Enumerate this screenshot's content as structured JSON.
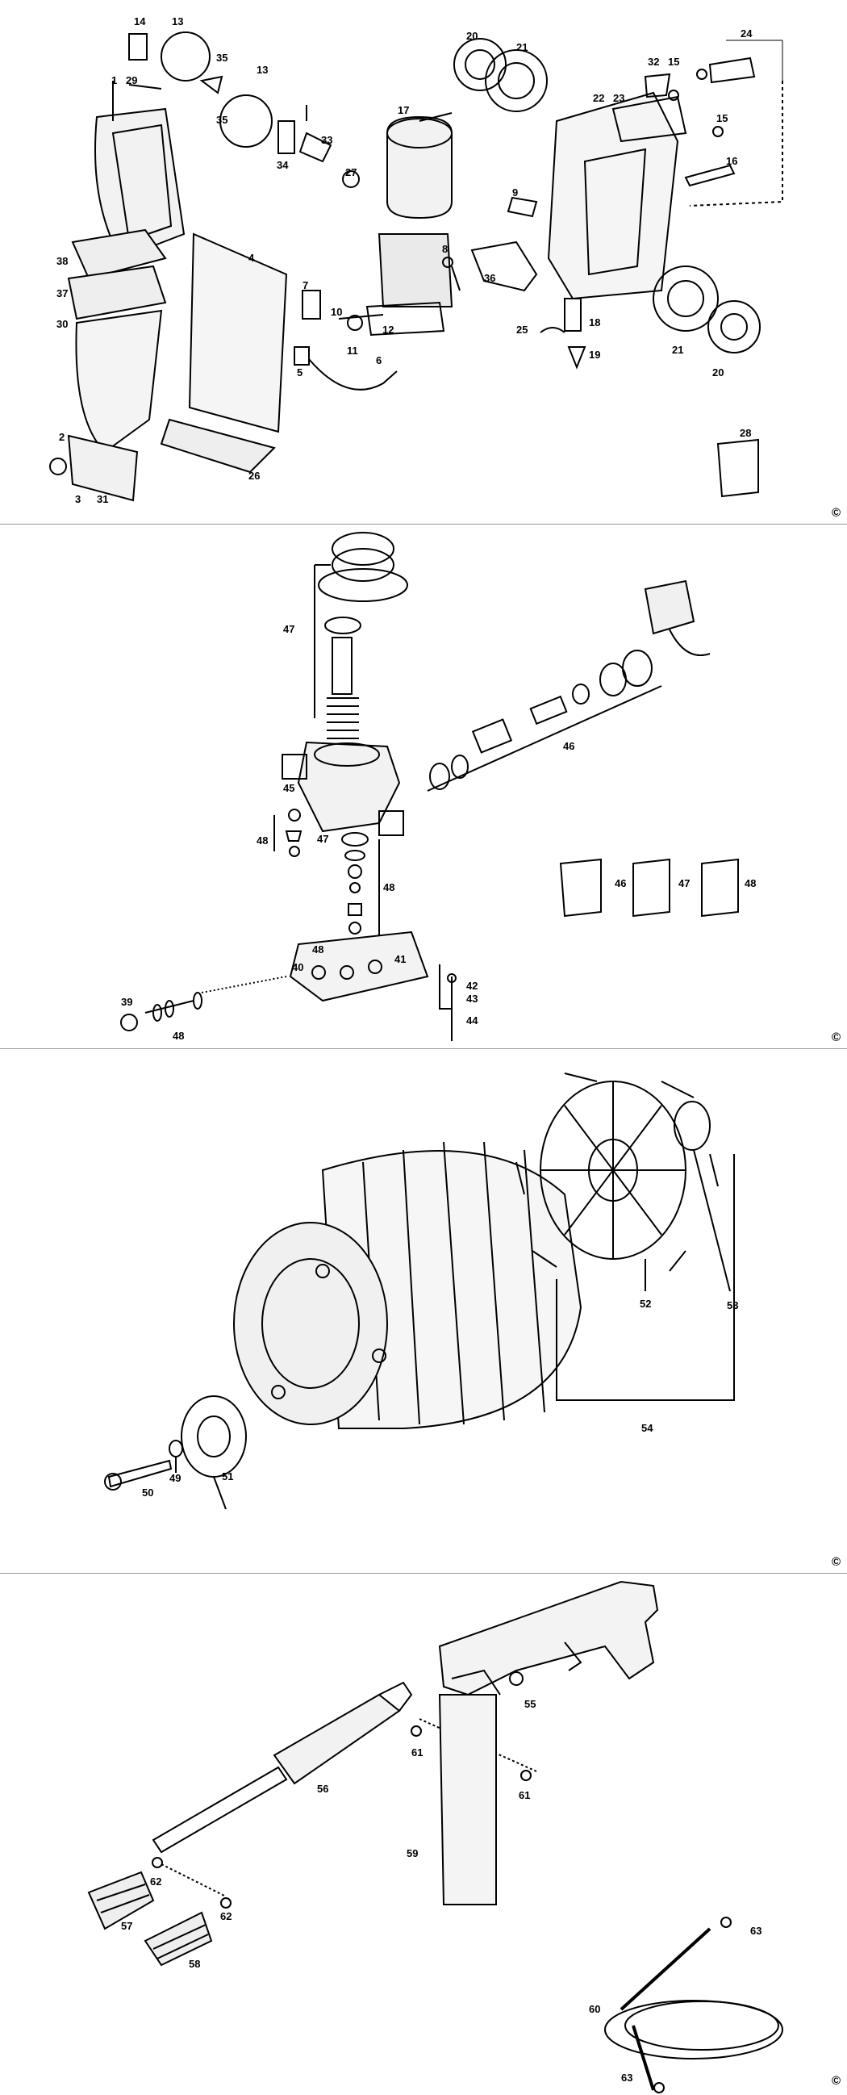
{
  "copyright_mark": "©",
  "panels": [
    {
      "labels": [
        "14",
        "13",
        "35",
        "35",
        "13",
        "1",
        "29",
        "17",
        "20",
        "21",
        "24",
        "32",
        "15",
        "22",
        "23",
        "15",
        "16",
        "33",
        "34",
        "27",
        "9",
        "8",
        "36",
        "38",
        "37",
        "30",
        "4",
        "7",
        "10",
        "12",
        "11",
        "5",
        "6",
        "25",
        "18",
        "19",
        "21",
        "20",
        "28",
        "2",
        "3",
        "31",
        "26"
      ]
    },
    {
      "labels": [
        "47",
        "46",
        "45",
        "47",
        "48",
        "48",
        "48",
        "41",
        "40",
        "42",
        "43",
        "44",
        "39",
        "48",
        "46",
        "47",
        "48"
      ]
    },
    {
      "labels": [
        "52",
        "53",
        "54",
        "50",
        "49",
        "51"
      ]
    },
    {
      "labels": [
        "55",
        "61",
        "61",
        "56",
        "62",
        "62",
        "57",
        "58",
        "59",
        "63",
        "60",
        "63"
      ]
    }
  ]
}
